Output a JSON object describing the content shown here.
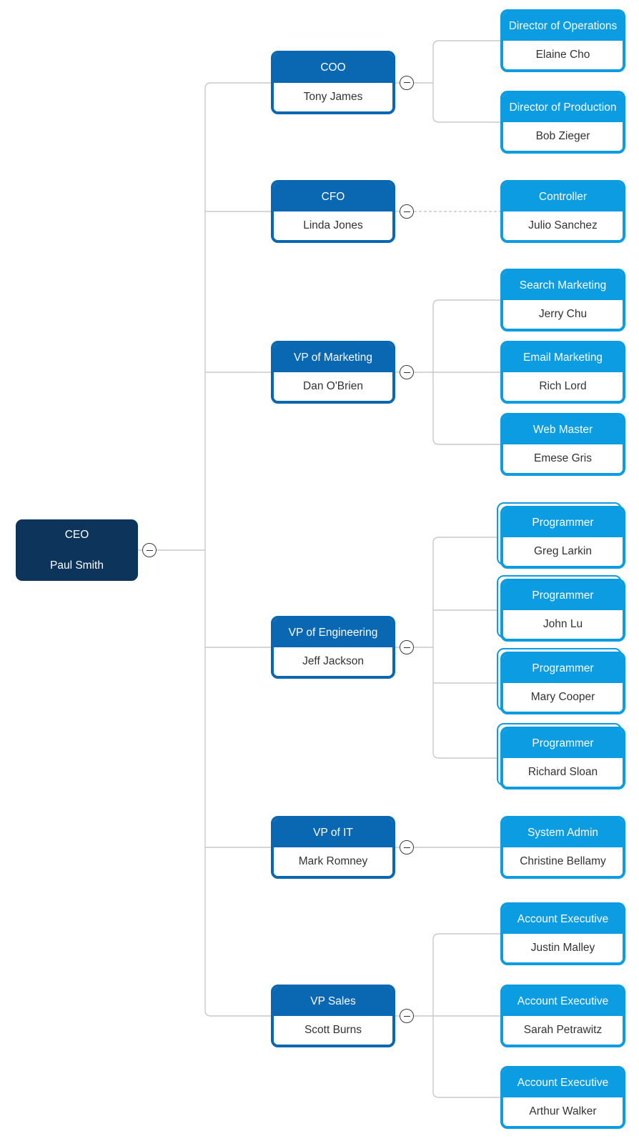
{
  "diagram": {
    "type": "org-chart",
    "colors": {
      "root_bg": "#0d355c",
      "level2_blue": "#0a67b2",
      "level3_blue": "#0c9ce1",
      "connector_gray": "#c9c9c9",
      "body_text": "#333333",
      "header_text": "#ffffff"
    },
    "icons": {
      "collapse": "minus-circle"
    },
    "nodes": [
      {
        "id": "ceo",
        "title": "CEO",
        "name": "Paul Smith",
        "level": "root",
        "parent": null,
        "link": "none",
        "stacked": false
      },
      {
        "id": "coo",
        "title": "COO",
        "name": "Tony James",
        "level": "l2",
        "parent": "ceo",
        "link": "solid",
        "stacked": false
      },
      {
        "id": "cfo",
        "title": "CFO",
        "name": "Linda Jones",
        "level": "l2",
        "parent": "ceo",
        "link": "solid",
        "stacked": false
      },
      {
        "id": "vp_marketing",
        "title": "VP of Marketing",
        "name": "Dan O'Brien",
        "level": "l2",
        "parent": "ceo",
        "link": "solid",
        "stacked": false
      },
      {
        "id": "vp_engineering",
        "title": "VP of Engineering",
        "name": "Jeff Jackson",
        "level": "l2",
        "parent": "ceo",
        "link": "solid",
        "stacked": false
      },
      {
        "id": "vp_it",
        "title": "VP of IT",
        "name": "Mark Romney",
        "level": "l2",
        "parent": "ceo",
        "link": "solid",
        "stacked": false
      },
      {
        "id": "vp_sales",
        "title": "VP Sales",
        "name": "Scott Burns",
        "level": "l2",
        "parent": "ceo",
        "link": "solid",
        "stacked": false
      },
      {
        "id": "dir_operations",
        "title": "Director of Operations",
        "name": "Elaine Cho",
        "level": "l3",
        "parent": "coo",
        "link": "solid",
        "stacked": false
      },
      {
        "id": "dir_production",
        "title": "Director of Production",
        "name": "Bob Zieger",
        "level": "l3",
        "parent": "coo",
        "link": "solid",
        "stacked": false
      },
      {
        "id": "controller",
        "title": "Controller",
        "name": "Julio Sanchez",
        "level": "l3",
        "parent": "cfo",
        "link": "dashed",
        "stacked": false
      },
      {
        "id": "search_marketing",
        "title": "Search Marketing",
        "name": "Jerry Chu",
        "level": "l3",
        "parent": "vp_marketing",
        "link": "solid",
        "stacked": false
      },
      {
        "id": "email_marketing",
        "title": "Email Marketing",
        "name": "Rich Lord",
        "level": "l3",
        "parent": "vp_marketing",
        "link": "solid",
        "stacked": false
      },
      {
        "id": "web_master",
        "title": "Web Master",
        "name": "Emese Gris",
        "level": "l3",
        "parent": "vp_marketing",
        "link": "solid",
        "stacked": false
      },
      {
        "id": "programmer_1",
        "title": "Programmer",
        "name": "Greg Larkin",
        "level": "l3",
        "parent": "vp_engineering",
        "link": "solid",
        "stacked": true
      },
      {
        "id": "programmer_2",
        "title": "Programmer",
        "name": "John Lu",
        "level": "l3",
        "parent": "vp_engineering",
        "link": "solid",
        "stacked": true
      },
      {
        "id": "programmer_3",
        "title": "Programmer",
        "name": "Mary Cooper",
        "level": "l3",
        "parent": "vp_engineering",
        "link": "solid",
        "stacked": true
      },
      {
        "id": "programmer_4",
        "title": "Programmer",
        "name": "Richard Sloan",
        "level": "l3",
        "parent": "vp_engineering",
        "link": "solid",
        "stacked": true
      },
      {
        "id": "system_admin",
        "title": "System Admin",
        "name": "Christine Bellamy",
        "level": "l3",
        "parent": "vp_it",
        "link": "solid",
        "stacked": false
      },
      {
        "id": "account_exec_1",
        "title": "Account Executive",
        "name": "Justin Malley",
        "level": "l3",
        "parent": "vp_sales",
        "link": "solid",
        "stacked": false
      },
      {
        "id": "account_exec_2",
        "title": "Account Executive",
        "name": "Sarah Petrawitz",
        "level": "l3",
        "parent": "vp_sales",
        "link": "solid",
        "stacked": false
      },
      {
        "id": "account_exec_3",
        "title": "Account Executive",
        "name": "Arthur Walker",
        "level": "l3",
        "parent": "vp_sales",
        "link": "solid",
        "stacked": false
      }
    ],
    "collapse_buttons": [
      "ceo",
      "coo",
      "cfo",
      "vp_marketing",
      "vp_engineering",
      "vp_it",
      "vp_sales"
    ]
  }
}
